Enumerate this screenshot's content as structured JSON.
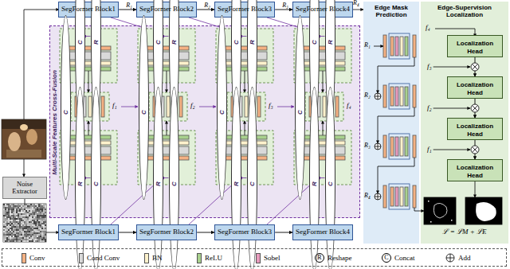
{
  "diagram": {
    "nodes": [
      {
        "text": [
          "SegFormer Block1"
        ]
      },
      {
        "text": [
          "SegFormer Block2"
        ]
      },
      {
        "text": [
          "SegFormer Block3"
        ]
      },
      {
        "text": [
          "SegFormer Block4"
        ]
      },
      {
        "text": [
          "Multi-Scale Features Cross-Fusion"
        ]
      },
      {
        "text": [
          "C"
        ],
        "in": 4
      },
      {
        "text": [
          "R"
        ],
        "in": 4
      },
      {
        "text": [
          "C"
        ],
        "in": 4
      },
      {
        "text": [
          "R"
        ],
        "in": 4
      },
      {
        "text": [
          "C"
        ],
        "in": 4
      },
      {
        "text": [
          "R"
        ],
        "in": 4
      },
      {
        "text": [
          "C"
        ],
        "in": 4
      },
      {
        "text": [
          "R"
        ],
        "in": 4
      },
      {
        "text": [
          "C"
        ],
        "in": 4
      },
      {
        "text": [
          "C"
        ],
        "in": 4
      },
      {
        "text": [
          "C"
        ],
        "in": 4
      },
      {
        "text": [
          "C"
        ],
        "in": 4
      },
      {
        "text": [
          "R"
        ],
        "in": 4
      },
      {
        "text": [
          "C"
        ],
        "in": 4
      },
      {
        "text": [
          "R"
        ],
        "in": 4
      },
      {
        "text": [
          "C"
        ],
        "in": 4
      },
      {
        "text": [
          "R"
        ],
        "in": 4
      },
      {
        "text": [
          "C"
        ],
        "in": 4
      },
      {
        "text": [
          "R"
        ],
        "in": 4
      },
      {
        "text": [
          "C"
        ],
        "in": 4
      },
      {
        "text": [
          "Noise Extractor"
        ]
      },
      {
        "text": [
          "SegFormer Block1"
        ]
      },
      {
        "text": [
          "SegFormer Block2"
        ]
      },
      {
        "text": [
          "SegFormer Block3"
        ]
      },
      {
        "text": [
          "SegFormer Block4"
        ]
      },
      {
        "text": [
          "Edge Mask Prediction"
        ]
      },
      {
        "text": [
          "Edge-Supervision Localization"
        ]
      },
      {
        "text": [
          "Localization Head"
        ],
        "in": 31
      },
      {
        "text": [
          "Localization Head"
        ],
        "in": 31
      },
      {
        "text": [
          "Localization Head"
        ],
        "in": 31
      },
      {
        "text": [
          "Localization Head"
        ],
        "in": 31
      }
    ],
    "edges": [
      {
        "from": 0,
        "to": 1,
        "label": "R₁",
        "arrow": "to"
      },
      {
        "from": 1,
        "to": 2,
        "label": "R₂",
        "arrow": "to"
      },
      {
        "from": 2,
        "to": 3,
        "label": "R₃",
        "arrow": "to"
      },
      {
        "from": 26,
        "to": 27,
        "arrow": "to"
      },
      {
        "from": 27,
        "to": 28,
        "arrow": "to"
      },
      {
        "from": 28,
        "to": 29,
        "arrow": "to"
      },
      {
        "from": 32,
        "to": 33,
        "arrow": "to"
      },
      {
        "from": 33,
        "to": 34,
        "arrow": "to"
      },
      {
        "from": 34,
        "to": 35,
        "arrow": "to"
      }
    ],
    "labels": [
      "R₄",
      "f₁",
      "f₂",
      "f₃",
      "f₄",
      "R₁",
      "R₂",
      "R₃",
      "R₄",
      "f₄",
      "f₃",
      "f₂",
      "f₁",
      "ℒ = ℒM + ℒE",
      "R",
      "C"
    ],
    "legend": [
      {
        "text": "Conv",
        "color": "#f4b183"
      },
      {
        "text": "Cond Conv",
        "color": "#d9d9d9"
      },
      {
        "text": "BN",
        "color": "#fff2cc"
      },
      {
        "text": "ReLU",
        "color": "#a9d18e"
      },
      {
        "text": "Sobel",
        "color": "#e89bbd"
      },
      {
        "text": "Reshape"
      },
      {
        "text": "Concat"
      },
      {
        "text": "Add"
      }
    ]
  }
}
